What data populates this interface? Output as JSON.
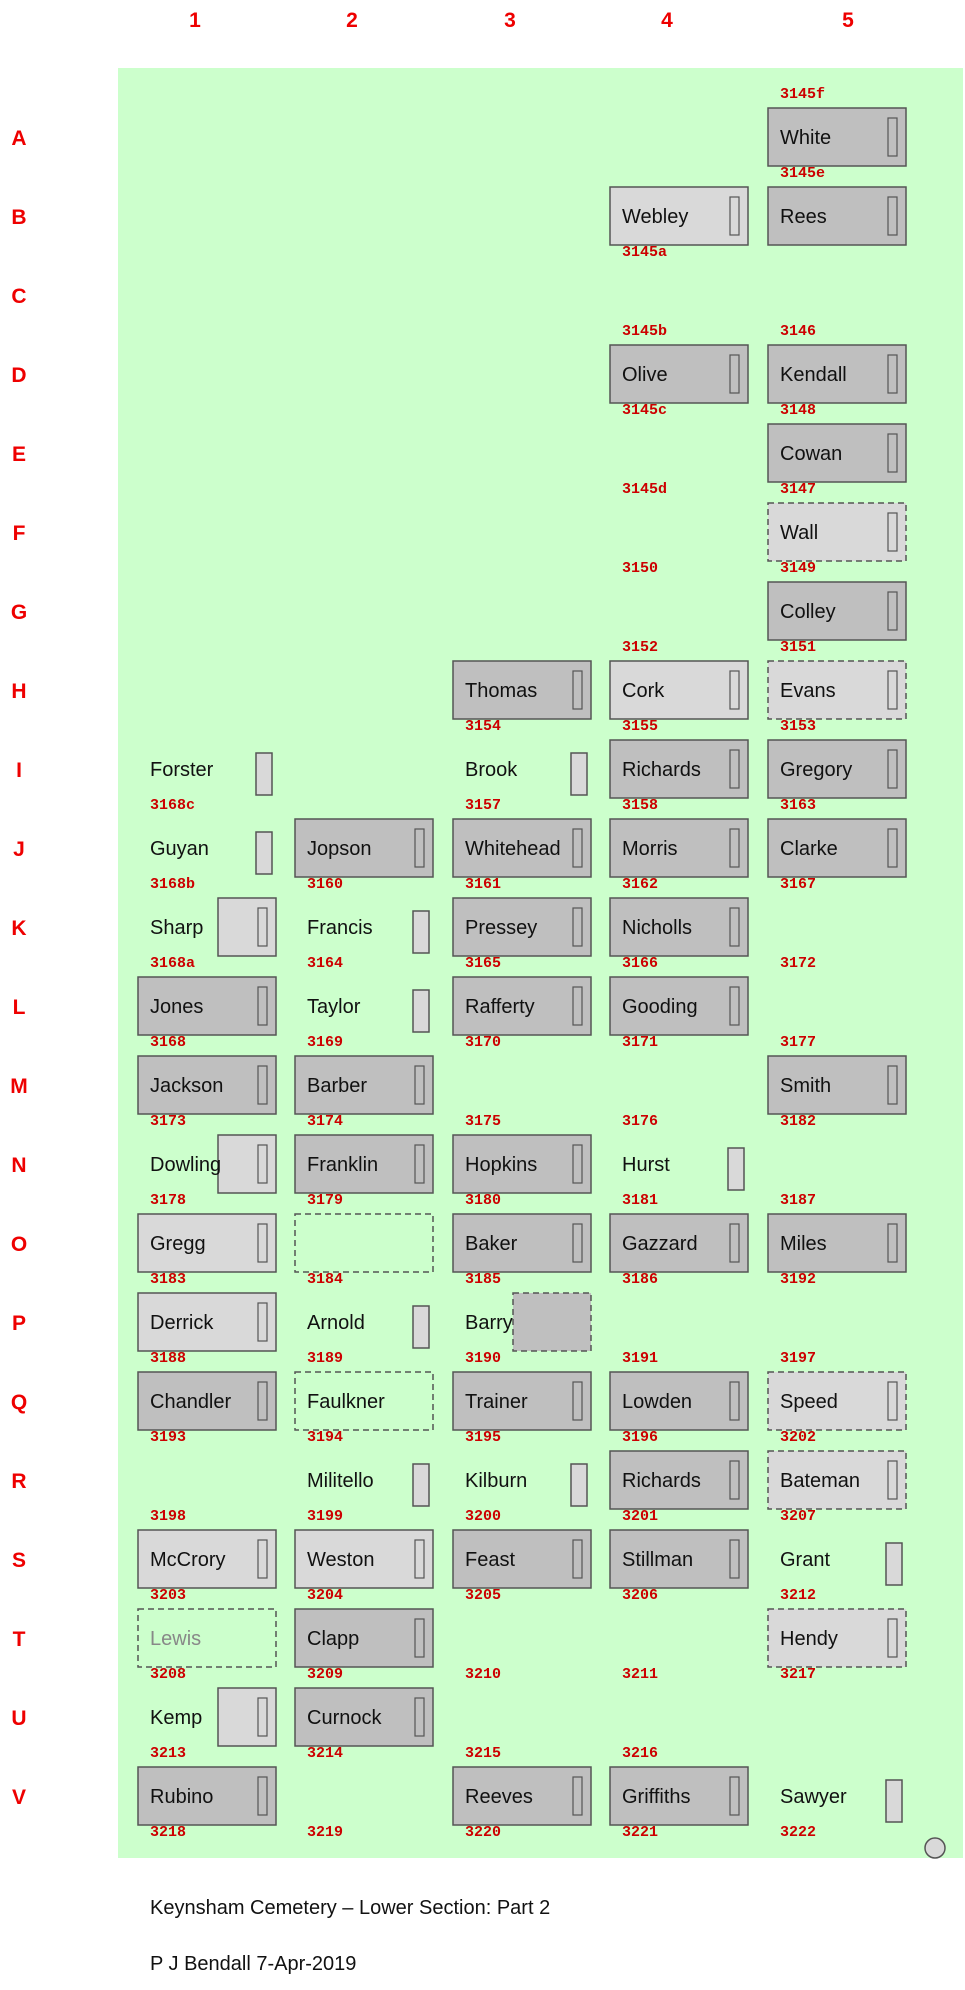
{
  "columns": [
    "1",
    "2",
    "3",
    "4",
    "5"
  ],
  "rows": [
    "A",
    "B",
    "C",
    "D",
    "E",
    "F",
    "G",
    "H",
    "I",
    "J",
    "K",
    "L",
    "M",
    "N",
    "O",
    "P",
    "Q",
    "R",
    "S",
    "T",
    "U",
    "V"
  ],
  "colors": {
    "ground": "#ccffcc",
    "grid_label": "#ee0000",
    "plot_number": "#cc0000",
    "stone_dark": "#bfbfbf",
    "stone_light": "#d9d9d9",
    "outline": "#555555"
  },
  "graves": [
    {
      "name": "White",
      "col": 5,
      "row": 1,
      "style": "dark"
    },
    {
      "name": "Webley",
      "col": 4,
      "row": 2,
      "style": "light"
    },
    {
      "name": "Rees",
      "col": 5,
      "row": 2,
      "style": "dark"
    },
    {
      "name": "Olive",
      "col": 4,
      "row": 4,
      "style": "dark"
    },
    {
      "name": "Kendall",
      "col": 5,
      "row": 4,
      "style": "dark"
    },
    {
      "name": "Cowan",
      "col": 5,
      "row": 5,
      "style": "dark"
    },
    {
      "name": "Wall",
      "col": 5,
      "row": 6,
      "style": "dashed-light"
    },
    {
      "name": "Colley",
      "col": 5,
      "row": 7,
      "style": "dark"
    },
    {
      "name": "Thomas",
      "col": 3,
      "row": 8,
      "style": "dark"
    },
    {
      "name": "Cork",
      "col": 4,
      "row": 8,
      "style": "light"
    },
    {
      "name": "Evans",
      "col": 5,
      "row": 8,
      "style": "dashed-light"
    },
    {
      "name": "Forster",
      "col": 1,
      "row": 9,
      "style": "plain"
    },
    {
      "name": "Brook",
      "col": 3,
      "row": 9,
      "style": "plain"
    },
    {
      "name": "Richards",
      "col": 4,
      "row": 9,
      "style": "dark"
    },
    {
      "name": "Gregory",
      "col": 5,
      "row": 9,
      "style": "dark"
    },
    {
      "name": "Guyan",
      "col": 1,
      "row": 10,
      "style": "plain"
    },
    {
      "name": "Jopson",
      "col": 2,
      "row": 10,
      "style": "dark"
    },
    {
      "name": "Whitehead",
      "col": 3,
      "row": 10,
      "style": "dark"
    },
    {
      "name": "Morris",
      "col": 4,
      "row": 10,
      "style": "dark"
    },
    {
      "name": "Clarke",
      "col": 5,
      "row": 10,
      "style": "dark"
    },
    {
      "name": "Sharp",
      "col": 1,
      "row": 11,
      "style": "plain-box"
    },
    {
      "name": "Francis",
      "col": 2,
      "row": 11,
      "style": "plain"
    },
    {
      "name": "Pressey",
      "col": 3,
      "row": 11,
      "style": "dark"
    },
    {
      "name": "Nicholls",
      "col": 4,
      "row": 11,
      "style": "dark"
    },
    {
      "name": "Jones",
      "col": 1,
      "row": 12,
      "style": "dark"
    },
    {
      "name": "Taylor",
      "col": 2,
      "row": 12,
      "style": "plain"
    },
    {
      "name": "Rafferty",
      "col": 3,
      "row": 12,
      "style": "dark"
    },
    {
      "name": "Gooding",
      "col": 4,
      "row": 12,
      "style": "dark"
    },
    {
      "name": "Jackson",
      "col": 1,
      "row": 13,
      "style": "dark"
    },
    {
      "name": "Barber",
      "col": 2,
      "row": 13,
      "style": "dark"
    },
    {
      "name": "Smith",
      "col": 5,
      "row": 13,
      "style": "dark"
    },
    {
      "name": "Dowling",
      "col": 1,
      "row": 14,
      "style": "plain-box"
    },
    {
      "name": "Franklin",
      "col": 2,
      "row": 14,
      "style": "dark"
    },
    {
      "name": "Hopkins",
      "col": 3,
      "row": 14,
      "style": "dark"
    },
    {
      "name": "Hurst",
      "col": 4,
      "row": 14,
      "style": "plain"
    },
    {
      "name": "Gregg",
      "col": 1,
      "row": 15,
      "style": "light"
    },
    {
      "name": "",
      "col": 2,
      "row": 15,
      "style": "dashed-empty"
    },
    {
      "name": "Baker",
      "col": 3,
      "row": 15,
      "style": "dark"
    },
    {
      "name": "Gazzard",
      "col": 4,
      "row": 15,
      "style": "dark"
    },
    {
      "name": "Miles",
      "col": 5,
      "row": 15,
      "style": "dark"
    },
    {
      "name": "Derrick",
      "col": 1,
      "row": 16,
      "style": "light"
    },
    {
      "name": "Arnold",
      "col": 2,
      "row": 16,
      "style": "plain"
    },
    {
      "name": "Barry",
      "col": 3,
      "row": 16,
      "style": "plain-dashbox"
    },
    {
      "name": "Chandler",
      "col": 1,
      "row": 17,
      "style": "dark"
    },
    {
      "name": "Faulkner",
      "col": 2,
      "row": 17,
      "style": "dashed-empty"
    },
    {
      "name": "Trainer",
      "col": 3,
      "row": 17,
      "style": "dark"
    },
    {
      "name": "Lowden",
      "col": 4,
      "row": 17,
      "style": "dark"
    },
    {
      "name": "Speed",
      "col": 5,
      "row": 17,
      "style": "dashed-light"
    },
    {
      "name": "Militello",
      "col": 2,
      "row": 18,
      "style": "plain"
    },
    {
      "name": "Kilburn",
      "col": 3,
      "row": 18,
      "style": "plain"
    },
    {
      "name": "Richards",
      "col": 4,
      "row": 18,
      "style": "dark"
    },
    {
      "name": "Bateman",
      "col": 5,
      "row": 18,
      "style": "dashed-light"
    },
    {
      "name": "McCrory",
      "col": 1,
      "row": 19,
      "style": "light"
    },
    {
      "name": "Weston",
      "col": 2,
      "row": 19,
      "style": "light"
    },
    {
      "name": "Feast",
      "col": 3,
      "row": 19,
      "style": "dark"
    },
    {
      "name": "Stillman",
      "col": 4,
      "row": 19,
      "style": "dark"
    },
    {
      "name": "Grant",
      "col": 5,
      "row": 19,
      "style": "plain"
    },
    {
      "name": "Lewis",
      "col": 1,
      "row": 20,
      "style": "dashed-empty-grey"
    },
    {
      "name": "Clapp",
      "col": 2,
      "row": 20,
      "style": "dark"
    },
    {
      "name": "Hendy",
      "col": 5,
      "row": 20,
      "style": "dashed-light"
    },
    {
      "name": "Kemp",
      "col": 1,
      "row": 21,
      "style": "plain-box"
    },
    {
      "name": "Curnock",
      "col": 2,
      "row": 21,
      "style": "dark"
    },
    {
      "name": "Rubino",
      "col": 1,
      "row": 22,
      "style": "dark"
    },
    {
      "name": "Reeves",
      "col": 3,
      "row": 22,
      "style": "dark"
    },
    {
      "name": "Griffiths",
      "col": 4,
      "row": 22,
      "style": "dark"
    },
    {
      "name": "Sawyer",
      "col": 5,
      "row": 22,
      "style": "plain"
    }
  ],
  "plot_numbers": [
    {
      "text": "3145f",
      "col": 5,
      "row": 1
    },
    {
      "text": "3145e",
      "col": 5,
      "row": 2
    },
    {
      "text": "3145a",
      "col": 4,
      "row": 3
    },
    {
      "text": "3145b",
      "col": 4,
      "row": 4
    },
    {
      "text": "3146",
      "col": 5,
      "row": 4
    },
    {
      "text": "3145c",
      "col": 4,
      "row": 5
    },
    {
      "text": "3148",
      "col": 5,
      "row": 5
    },
    {
      "text": "3145d",
      "col": 4,
      "row": 6
    },
    {
      "text": "3147",
      "col": 5,
      "row": 6
    },
    {
      "text": "3150",
      "col": 4,
      "row": 7
    },
    {
      "text": "3149",
      "col": 5,
      "row": 7
    },
    {
      "text": "3152",
      "col": 4,
      "row": 8
    },
    {
      "text": "3151",
      "col": 5,
      "row": 8
    },
    {
      "text": "3154",
      "col": 3,
      "row": 9
    },
    {
      "text": "3155",
      "col": 4,
      "row": 9
    },
    {
      "text": "3153",
      "col": 5,
      "row": 9
    },
    {
      "text": "3168c",
      "col": 1,
      "row": 10
    },
    {
      "text": "3157",
      "col": 3,
      "row": 10
    },
    {
      "text": "3158",
      "col": 4,
      "row": 10
    },
    {
      "text": "3163",
      "col": 5,
      "row": 10
    },
    {
      "text": "3168b",
      "col": 1,
      "row": 11
    },
    {
      "text": "3160",
      "col": 2,
      "row": 11
    },
    {
      "text": "3161",
      "col": 3,
      "row": 11
    },
    {
      "text": "3162",
      "col": 4,
      "row": 11
    },
    {
      "text": "3167",
      "col": 5,
      "row": 11
    },
    {
      "text": "3168a",
      "col": 1,
      "row": 12
    },
    {
      "text": "3164",
      "col": 2,
      "row": 12
    },
    {
      "text": "3165",
      "col": 3,
      "row": 12
    },
    {
      "text": "3166",
      "col": 4,
      "row": 12
    },
    {
      "text": "3172",
      "col": 5,
      "row": 12
    },
    {
      "text": "3168",
      "col": 1,
      "row": 13
    },
    {
      "text": "3169",
      "col": 2,
      "row": 13
    },
    {
      "text": "3170",
      "col": 3,
      "row": 13
    },
    {
      "text": "3171",
      "col": 4,
      "row": 13
    },
    {
      "text": "3177",
      "col": 5,
      "row": 13
    },
    {
      "text": "3173",
      "col": 1,
      "row": 14
    },
    {
      "text": "3174",
      "col": 2,
      "row": 14
    },
    {
      "text": "3175",
      "col": 3,
      "row": 14
    },
    {
      "text": "3176",
      "col": 4,
      "row": 14
    },
    {
      "text": "3182",
      "col": 5,
      "row": 14
    },
    {
      "text": "3178",
      "col": 1,
      "row": 15
    },
    {
      "text": "3179",
      "col": 2,
      "row": 15
    },
    {
      "text": "3180",
      "col": 3,
      "row": 15
    },
    {
      "text": "3181",
      "col": 4,
      "row": 15
    },
    {
      "text": "3187",
      "col": 5,
      "row": 15
    },
    {
      "text": "3183",
      "col": 1,
      "row": 16
    },
    {
      "text": "3184",
      "col": 2,
      "row": 16
    },
    {
      "text": "3185",
      "col": 3,
      "row": 16
    },
    {
      "text": "3186",
      "col": 4,
      "row": 16
    },
    {
      "text": "3192",
      "col": 5,
      "row": 16
    },
    {
      "text": "3188",
      "col": 1,
      "row": 17
    },
    {
      "text": "3189",
      "col": 2,
      "row": 17
    },
    {
      "text": "3190",
      "col": 3,
      "row": 17
    },
    {
      "text": "3191",
      "col": 4,
      "row": 17
    },
    {
      "text": "3197",
      "col": 5,
      "row": 17
    },
    {
      "text": "3193",
      "col": 1,
      "row": 18
    },
    {
      "text": "3194",
      "col": 2,
      "row": 18
    },
    {
      "text": "3195",
      "col": 3,
      "row": 18
    },
    {
      "text": "3196",
      "col": 4,
      "row": 18
    },
    {
      "text": "3202",
      "col": 5,
      "row": 18
    },
    {
      "text": "3198",
      "col": 1,
      "row": 19
    },
    {
      "text": "3199",
      "col": 2,
      "row": 19
    },
    {
      "text": "3200",
      "col": 3,
      "row": 19
    },
    {
      "text": "3201",
      "col": 4,
      "row": 19
    },
    {
      "text": "3207",
      "col": 5,
      "row": 19
    },
    {
      "text": "3203",
      "col": 1,
      "row": 20
    },
    {
      "text": "3204",
      "col": 2,
      "row": 20
    },
    {
      "text": "3205",
      "col": 3,
      "row": 20
    },
    {
      "text": "3206",
      "col": 4,
      "row": 20
    },
    {
      "text": "3212",
      "col": 5,
      "row": 20
    },
    {
      "text": "3208",
      "col": 1,
      "row": 21
    },
    {
      "text": "3209",
      "col": 2,
      "row": 21
    },
    {
      "text": "3210",
      "col": 3,
      "row": 21
    },
    {
      "text": "3211",
      "col": 4,
      "row": 21
    },
    {
      "text": "3217",
      "col": 5,
      "row": 21
    },
    {
      "text": "3213",
      "col": 1,
      "row": 22
    },
    {
      "text": "3214",
      "col": 2,
      "row": 22
    },
    {
      "text": "3215",
      "col": 3,
      "row": 22
    },
    {
      "text": "3216",
      "col": 4,
      "row": 22
    },
    {
      "text": "3218",
      "col": 1,
      "row": 23
    },
    {
      "text": "3219",
      "col": 2,
      "row": 23
    },
    {
      "text": "3220",
      "col": 3,
      "row": 23
    },
    {
      "text": "3221",
      "col": 4,
      "row": 23
    },
    {
      "text": "3222",
      "col": 5,
      "row": 23
    }
  ],
  "caption": {
    "title": "Keynsham Cemetery – Lower Section: Part 2",
    "credit": "P J Bendall 7-Apr-2019"
  }
}
